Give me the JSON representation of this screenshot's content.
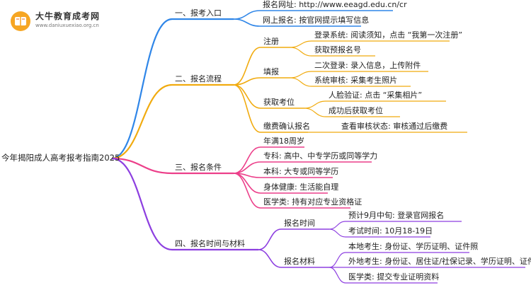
{
  "logo": {
    "title": "大牛教育成考网",
    "url": "www.daniuxuexiao.org.cn"
  },
  "root": "今年揭阳成人高考报考指南2025",
  "colors": {
    "blue": "#2f86e8",
    "orange": "#f1ab0f",
    "pink": "#ec3f8a",
    "purple": "#8d3fe0"
  },
  "branches": [
    {
      "label": "一、报考入口",
      "color": "blue",
      "children": [
        {
          "label": "报名网址: http://www.eeagd.edu.cn/cr"
        },
        {
          "label": "网上报名: 按官网提示填写信息"
        }
      ]
    },
    {
      "label": "二、报名流程",
      "color": "orange",
      "children": [
        {
          "label": "注册",
          "children": [
            {
              "label": "登录系统: 阅读须知，点击 “我第一次注册”"
            },
            {
              "label": "获取预报名号"
            }
          ]
        },
        {
          "label": "填报",
          "children": [
            {
              "label": "二次登录: 录入信息，上传附件"
            },
            {
              "label": "系统审核: 采集考生照片"
            }
          ]
        },
        {
          "label": "获取考位",
          "children": [
            {
              "label": "人脸验证: 点击 “采集相片”"
            },
            {
              "label": "成功后获取考位"
            }
          ]
        },
        {
          "label": "缴费确认报名",
          "children": [
            {
              "label": "查看审核状态: 审核通过后缴费"
            }
          ]
        }
      ]
    },
    {
      "label": "三、报名条件",
      "color": "pink",
      "children": [
        {
          "label": "年满18周岁"
        },
        {
          "label": "专科: 高中、中专学历或同等学力"
        },
        {
          "label": "本科: 大专或同等学历"
        },
        {
          "label": "身体健康: 生活能自理"
        },
        {
          "label": "医学类: 持有对应专业资格证"
        }
      ]
    },
    {
      "label": "四、报名时间与材料",
      "color": "purple",
      "children": [
        {
          "label": "报名时间",
          "children": [
            {
              "label": "预计9月中旬: 登录官网报名"
            },
            {
              "label": "考试时间: 10月18-19日"
            }
          ]
        },
        {
          "label": "报名材料",
          "children": [
            {
              "label": "本地考生: 身份证、学历证明、证件照"
            },
            {
              "label": "外地考生: 身份证、居住证/社保记录、学历证明、证件照"
            },
            {
              "label": "医学类: 提交专业证明资料"
            }
          ]
        }
      ]
    }
  ]
}
